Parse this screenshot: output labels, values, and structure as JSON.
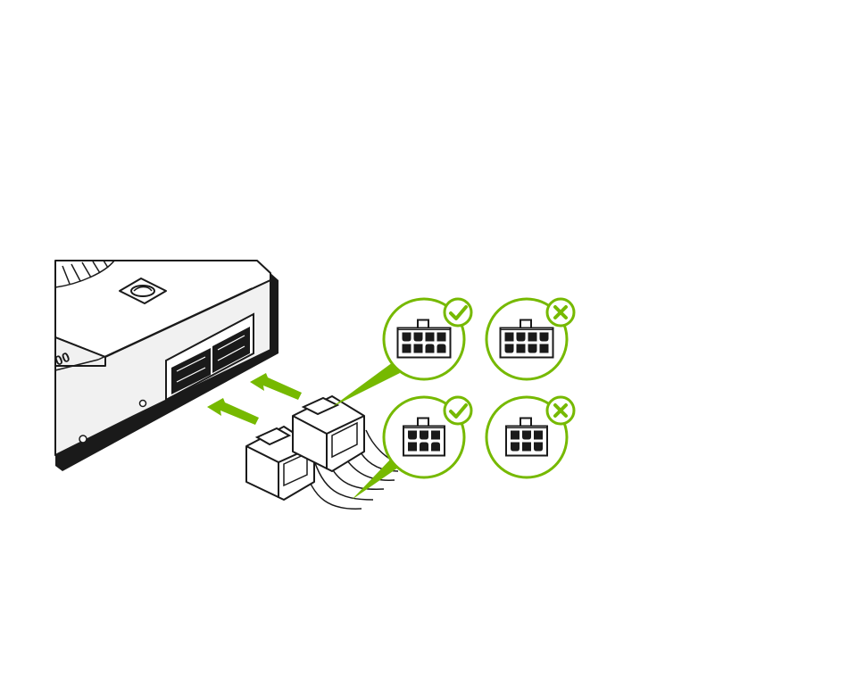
{
  "colors": {
    "accent_green": "#76b900",
    "stroke_dark": "#1a1a1a",
    "card_face": "#ffffff",
    "card_side": "#f1f1f1",
    "card_edge": "#d9d9d9",
    "pin_fill": "#1a1a1a",
    "mark_ok": "#76b900",
    "mark_bad": "#76b900"
  },
  "device": {
    "model_text": "00",
    "logo": "nvidia-eye-logo"
  },
  "callouts": [
    {
      "connector": "8-pin-pcie",
      "pins": 8,
      "pattern": "pcie-8",
      "verdict": "correct",
      "mark_icon": "checkmark-icon"
    },
    {
      "connector": "8-pin-eps",
      "pins": 8,
      "pattern": "eps-8",
      "verdict": "incorrect",
      "mark_icon": "x-mark-icon"
    },
    {
      "connector": "6-pin-pcie",
      "pins": 6,
      "pattern": "pcie-6",
      "verdict": "correct",
      "mark_icon": "checkmark-icon"
    },
    {
      "connector": "6-pin-other",
      "pins": 6,
      "pattern": "other-6",
      "verdict": "incorrect",
      "mark_icon": "x-mark-icon"
    }
  ]
}
